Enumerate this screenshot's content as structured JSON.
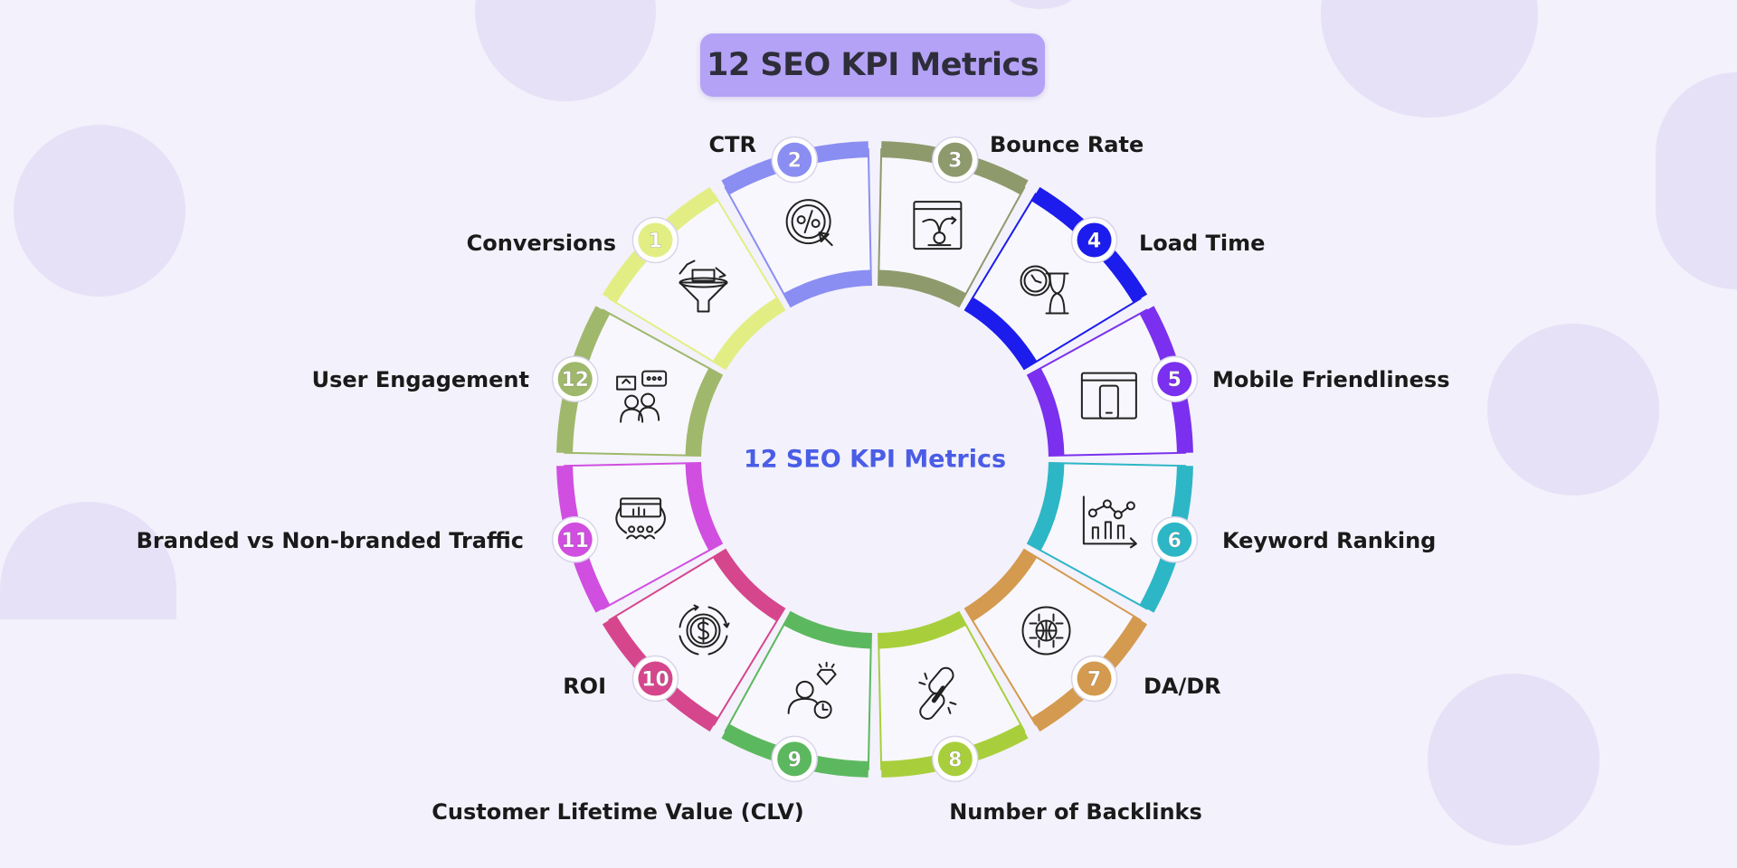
{
  "header": {
    "title": "12 SEO KPI Metrics"
  },
  "center_label": "12 SEO KPI Metrics",
  "colors": {
    "background": "#f3f1fb",
    "title_pill": "#b4a2f6",
    "center_text": "#4a5de6"
  },
  "metrics": [
    {
      "number": "1",
      "label": "Conversions",
      "color": "#e2ee84",
      "icon": "funnel-icon"
    },
    {
      "number": "2",
      "label": "CTR",
      "color": "#8a8ef2",
      "icon": "percent-click-icon"
    },
    {
      "number": "3",
      "label": "Bounce Rate",
      "color": "#8e9a6c",
      "icon": "bounce-window-icon"
    },
    {
      "number": "4",
      "label": "Load Time",
      "color": "#1c1ced",
      "icon": "stopwatch-hourglass-icon"
    },
    {
      "number": "5",
      "label": "Mobile Friendliness",
      "color": "#7a30ee",
      "icon": "mobile-window-icon"
    },
    {
      "number": "6",
      "label": "Keyword Ranking",
      "color": "#2db6c6",
      "icon": "ranking-chart-icon"
    },
    {
      "number": "7",
      "label": "DA/DR",
      "color": "#d49a4f",
      "icon": "globe-network-icon"
    },
    {
      "number": "8",
      "label": "Number of Backlinks",
      "color": "#a8cf3b",
      "icon": "chain-link-icon"
    },
    {
      "number": "9",
      "label": "Customer Lifetime Value (CLV)",
      "color": "#5cb85f",
      "icon": "customer-diamond-icon"
    },
    {
      "number": "10",
      "label": "ROI",
      "color": "#d5468d",
      "icon": "dollar-cycle-icon"
    },
    {
      "number": "11",
      "label": "Branded vs Non-branded Traffic",
      "color": "#d04fe0",
      "icon": "traffic-audience-icon"
    },
    {
      "number": "12",
      "label": "User Engagement",
      "color": "#9fb86b",
      "icon": "users-chat-icon"
    }
  ]
}
